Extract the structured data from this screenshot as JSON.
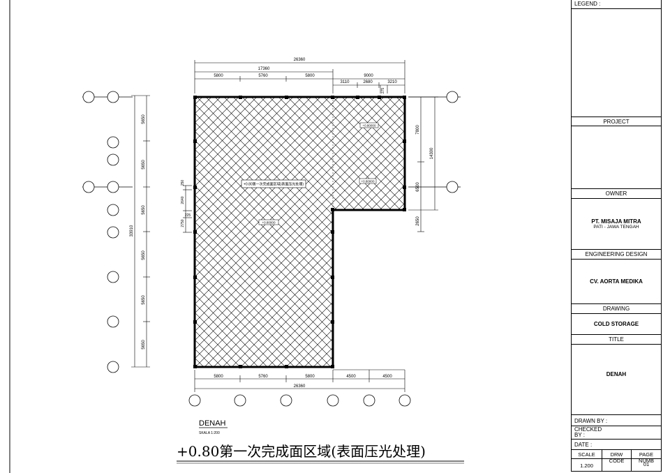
{
  "titleblock": {
    "legend_label": "LEGEND :",
    "project_label": "PROJECT",
    "owner_label": "OWNER",
    "owner_name": "PT. MISAJA MITRA",
    "owner_location": "PATI - JAWA TENGAH",
    "engineering_label": "ENGINEERING DESIGN",
    "engineering_name": "CV. AORTA MEDIKA",
    "drawing_label": "DRAWING",
    "drawing_name": "COLD STORAGE",
    "title_label": "TITLE",
    "title_name": "DENAH",
    "drawn_by_label": "DRAWN BY :",
    "checked_by_label": "CHECKED BY :",
    "date_label": "DATE :",
    "scale_label": "SCALE",
    "drw_code_label": "DRW CODE",
    "page_label": "PAGE NUMB",
    "scale_value": "1.200",
    "page_value": "01"
  },
  "plan": {
    "caption": "DENAH",
    "caption_scale": "SKALA 1:200",
    "annotation": "+0.80第一次完成面区域(表面压光处理)",
    "top_dims": {
      "overall": "26360",
      "partial": "17360",
      "bays": [
        "5800",
        "5760",
        "5800"
      ],
      "right": "9000",
      "right_sub": [
        "3110",
        "2680",
        "3210"
      ],
      "small": "275"
    },
    "bottom_dims": {
      "bays": [
        "5800",
        "5760",
        "5800",
        "4500",
        "4500"
      ],
      "overall": "26360"
    },
    "left_dims": {
      "overall": "33910",
      "bays": [
        "5650",
        "5650",
        "5650",
        "5650",
        "5650",
        "5650"
      ],
      "inner": [
        "250",
        "2640",
        "225",
        "2750"
      ]
    },
    "right_dims": {
      "overall": "14300",
      "upper": "7800",
      "lower": "6500",
      "bottom": "2650"
    },
    "room_tags": [
      "+0.80000",
      "+0.80000",
      "+0.80000"
    ],
    "center_tag": "+0.80第一次完成面区域(表面压光处理)"
  }
}
